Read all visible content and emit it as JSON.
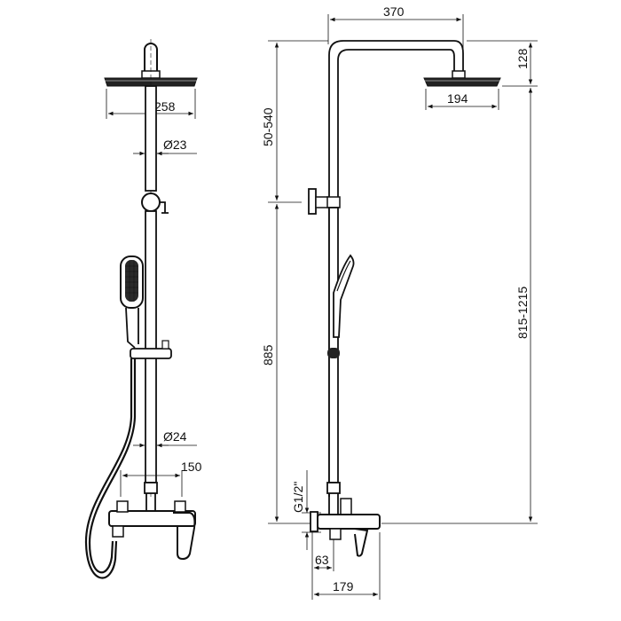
{
  "front_view": {
    "head_width": "258",
    "pipe_upper_dia": "Ø23",
    "pipe_lower_dia": "Ø24",
    "outlet_spacing": "150"
  },
  "side_view": {
    "arm_reach": "370",
    "head_height": "128",
    "head_dia": "194",
    "arm_adjust": "50-540",
    "rail_height": "885",
    "total_adjust": "815-1215",
    "thread": "G1/2\"",
    "body_depth": "63",
    "spout_reach": "179"
  }
}
